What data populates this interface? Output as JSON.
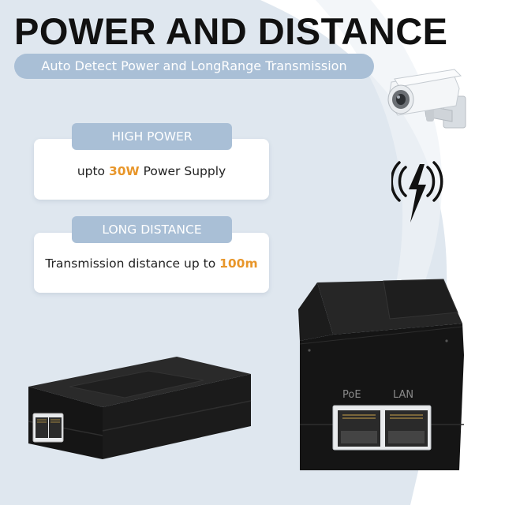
{
  "header": {
    "title": "POWER AND DISTANCE",
    "subtitle": "Auto Detect Power and LongRange Transmission"
  },
  "features": [
    {
      "label": "HIGH POWER",
      "text_before": "upto ",
      "highlight": "30W",
      "text_after": " Power Supply"
    },
    {
      "label": "LONG DISTANCE",
      "text_before": "Transmission distance up to ",
      "highlight": "100m",
      "text_after": ""
    }
  ],
  "device": {
    "port_label_1": "PoE",
    "port_label_2": "LAN"
  },
  "icons": [
    "camera-icon",
    "wireless-signal-icon",
    "lightning-icon"
  ],
  "colors": {
    "accent_blue": "#a9bfd6",
    "highlight_orange": "#e8962a",
    "background": "#dfe7ef",
    "device_black": "#151515"
  }
}
